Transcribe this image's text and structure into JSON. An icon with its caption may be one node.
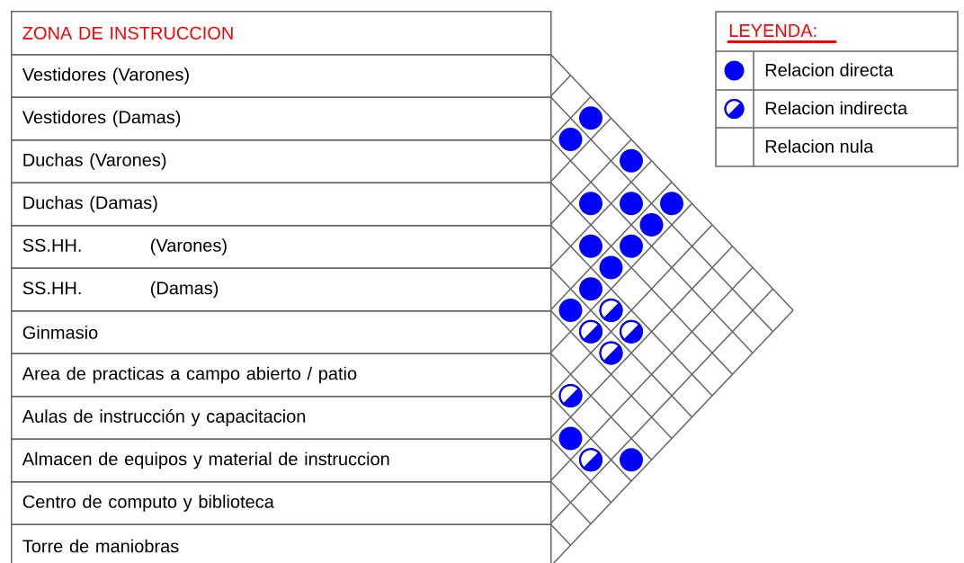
{
  "diagram": {
    "nodes": [
      {
        "text": [
          "ZONA DE INSTRUCCION"
        ]
      },
      {
        "text": [
          "Vestidores (Varones)"
        ]
      },
      {
        "text": [
          "Vestidores (Damas)"
        ]
      },
      {
        "text": [
          "Duchas (Varones)"
        ]
      },
      {
        "text": [
          "Duchas (Damas)"
        ]
      },
      {
        "text": [
          "SS.HH.",
          "(Varones)"
        ]
      },
      {
        "text": [
          "SS.HH.",
          "(Damas)"
        ]
      },
      {
        "text": [
          "Ginmasio"
        ]
      },
      {
        "text": [
          "Area de practicas a campo abierto / patio"
        ]
      },
      {
        "text": [
          "Aulas de instrucción y capacitacion"
        ]
      },
      {
        "text": [
          "Almacen de equipos y material de instruccion"
        ]
      },
      {
        "text": [
          "Centro de computo y biblioteca"
        ]
      },
      {
        "text": [
          "Torre de maniobras"
        ]
      }
    ],
    "labels": [
      "LEYENDA:"
    ],
    "legend": [
      {
        "text": "Relacion directa"
      },
      {
        "text": "Relacion indirecta"
      },
      {
        "text": "Relacion nula"
      }
    ]
  }
}
